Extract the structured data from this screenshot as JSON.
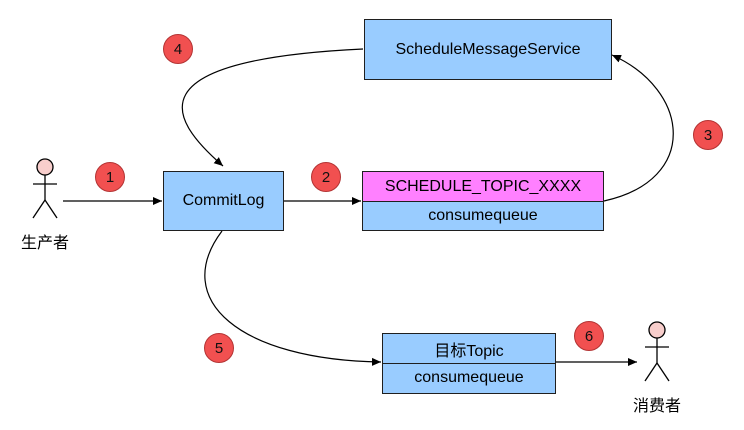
{
  "diagram": {
    "boxes": {
      "schedule_service": "ScheduleMessageService",
      "commitlog": "CommitLog",
      "schedule_topic": "SCHEDULE_TOPIC_XXXX",
      "schedule_consumequeue": "consumequeue",
      "target_topic": "目标Topic",
      "target_consumequeue": "consumequeue"
    },
    "actors": {
      "producer": "生产者",
      "consumer": "消费者"
    },
    "steps": [
      "1",
      "2",
      "3",
      "4",
      "5",
      "6"
    ],
    "colors": {
      "box_blue": "#99ccff",
      "box_pink": "#ff80ff",
      "badge_red": "#f15050",
      "actor_head": "#f8cecc"
    }
  }
}
